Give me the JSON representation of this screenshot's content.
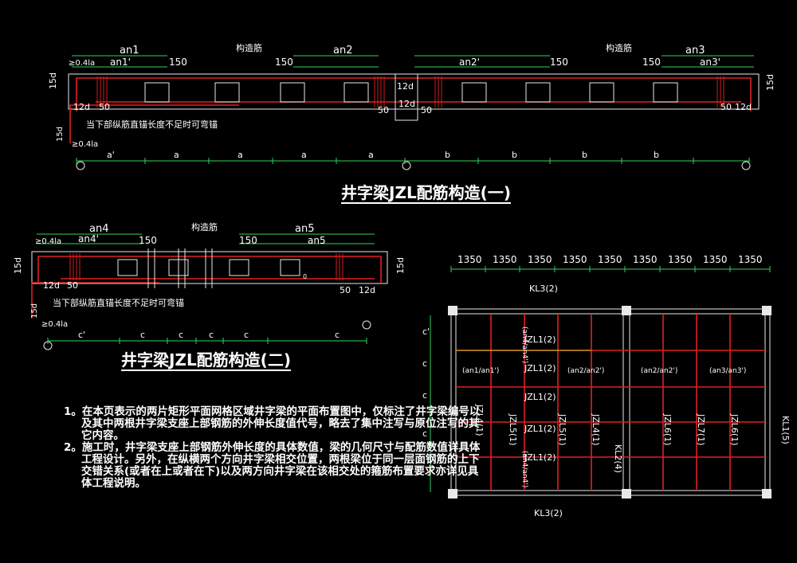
{
  "diagram1": {
    "title": "井字梁JZL配筋构造(一)",
    "top_labels": [
      "an1",
      "an1'",
      "150",
      "构造筋",
      "150",
      "an2",
      "an2'",
      "150",
      "构造筋",
      "150",
      "an3",
      "an3'"
    ],
    "la_label": "≥0.4la",
    "side_15d": "15d",
    "d12": "12d",
    "d50": "50",
    "anchor_note": "当下部纵筋直锚长度不足时可弯锚",
    "anchor_ge": "≥0.4la",
    "spans": [
      "a'",
      "a",
      "a",
      "a",
      "a",
      "b",
      "b",
      "b",
      "b"
    ]
  },
  "diagram2": {
    "title": "井字梁JZL配筋构造(二)",
    "an4": "an4",
    "an4p": "an4'",
    "an5": "an5",
    "label_150": "150",
    "construct": "构造筋",
    "la_label": "≥0.4la",
    "side_15d": "15d",
    "d12": "12d",
    "d50": "50",
    "zero": "0",
    "anchor_note": "当下部纵筋直锚长度不足时可弯锚",
    "anchor_ge": "≥0.4la",
    "spans": [
      "c'",
      "c",
      "c",
      "c",
      "c"
    ]
  },
  "plan": {
    "top_dims": [
      "1350",
      "1350",
      "1350",
      "1350",
      "1350",
      "1350",
      "1350",
      "1350",
      "1350"
    ],
    "left_dims": [
      "c'",
      "c",
      "c",
      "c"
    ],
    "kl_top": "KL3(2)",
    "kl_bottom": "KL3(2)",
    "kl_right": "KL1(5)",
    "kl_mid": "KL2(4)",
    "jzl_rows": [
      "JZL1(2)",
      "JZL1(2)",
      "JZL1(2)",
      "JZL1(2)",
      "JZL1(2)"
    ],
    "jzl_cols": [
      "JZL4(1)",
      "JZL5(1)",
      "JZL5(1)",
      "JZL4(1)",
      "JZL6(1)",
      "JZL7(1)",
      "JZL6(1)"
    ],
    "tags": [
      "(an1/an1')",
      "(an2/an2')",
      "(an2/an2')",
      "(an3/an3')",
      "(an4/an4')",
      "(an4/an4')"
    ]
  },
  "notes": [
    "1。在本页表示的两片矩形平面网格区域井字梁的平面布置图中，仅标注了井字梁编号以及其中两根井字梁支座上部钢筋的外伸长度值代号，略去了集中注写与原位注写的其它内容。",
    "2。施工时，井字梁支座上部钢筋外伸长度的具体数值，梁的几何尺寸与配筋数值详具体工程设计。另外，在纵横两个方向井字梁相交位置，两根梁位于同一层面钢筋的上下交错关系(或者在上或者在下)以及两方向井字梁在该相交处的箍筋布置要求亦详见具体工程说明。"
  ]
}
